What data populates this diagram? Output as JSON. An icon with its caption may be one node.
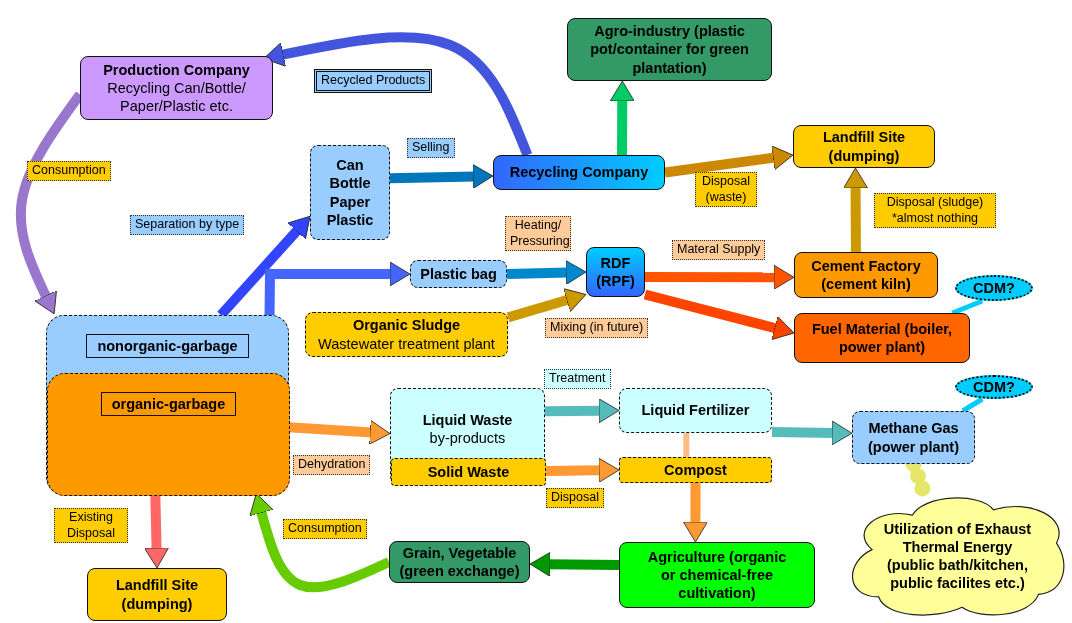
{
  "diagram": {
    "nodes": [
      {
        "text": [
          "Production Company",
          "Recycling Can/Bottle/ Paper/Plastic etc."
        ]
      },
      {
        "text": [
          "Agro-industry (plastic pot/container for green plantation)"
        ]
      },
      {
        "text": [
          "Can Bottle Paper Plastic"
        ]
      },
      {
        "text": [
          "Recycling Company"
        ]
      },
      {
        "text": [
          "Landfill Site (dumping)"
        ]
      },
      {
        "text": [
          "Plastic bag"
        ]
      },
      {
        "text": [
          "RDF (RPF)"
        ]
      },
      {
        "text": [
          "Cement Factory (cement kiln)"
        ]
      },
      {
        "text": [
          "CDM?"
        ]
      },
      {
        "text": [
          "Organic Sludge",
          "Wastewater treatment plant"
        ]
      },
      {
        "text": [
          "Fuel Material (boiler, power plant)"
        ]
      },
      {
        "text": [
          "nonorganic-garbage"
        ]
      },
      {
        "text": [
          "organic-garbage"
        ],
        "in": 11
      },
      {
        "text": [
          "Liquid Waste",
          "by-products"
        ]
      },
      {
        "text": [
          "Solid Waste"
        ],
        "in": 13
      },
      {
        "text": [
          "Liquid Fertilizer"
        ]
      },
      {
        "text": [
          "Compost"
        ]
      },
      {
        "text": [
          "Methane Gas (power plant)"
        ]
      },
      {
        "text": [
          "CDM?"
        ]
      },
      {
        "text": [
          "Utilization of Exhaust Thermal Energy (public bath/kitchen, public facilites etc.)"
        ]
      },
      {
        "text": [
          "Landfill Site (dumping)"
        ]
      },
      {
        "text": [
          "Grain, Vegetable (green exchange)"
        ]
      },
      {
        "text": [
          "Agriculture (organic or chemical-free cultivation)"
        ]
      }
    ],
    "edges": [
      {
        "from": 3,
        "to": 0,
        "arrow": "to",
        "label": "Recycled Products",
        "color": "#4455dd"
      },
      {
        "from": 0,
        "to": 11,
        "arrow": "to",
        "label": "Consumption",
        "color": "#9977cc"
      },
      {
        "from": 11,
        "to": 2,
        "arrow": "to",
        "label": "Separation by type",
        "color": "#3344ff"
      },
      {
        "from": 2,
        "to": 3,
        "arrow": "to",
        "label": "Selling",
        "color": "#0077bb"
      },
      {
        "from": 3,
        "to": 1,
        "arrow": "to",
        "color": "#00cc66"
      },
      {
        "from": 3,
        "to": 4,
        "arrow": "to",
        "label": "Disposal (waste)",
        "color": "#cc8800"
      },
      {
        "from": 11,
        "to": 5,
        "arrow": "to",
        "color": "#4466ff"
      },
      {
        "from": 5,
        "to": 6,
        "arrow": "to",
        "label": "Heating/ Pressuring",
        "color": "#0088cc"
      },
      {
        "from": 9,
        "to": 6,
        "arrow": "to",
        "label": "Mixing (in future)",
        "color": "#cc9900"
      },
      {
        "from": 6,
        "to": 7,
        "arrow": "to",
        "label": "Materal Supply",
        "color": "#ff5500"
      },
      {
        "from": 6,
        "to": 10,
        "arrow": "to",
        "color": "#ff4400"
      },
      {
        "from": 7,
        "to": 4,
        "arrow": "to",
        "label": "Disposal (sludge) *almost nothing",
        "color": "#cc9900"
      },
      {
        "from": 12,
        "to": 13,
        "arrow": "to",
        "label": "Dehydration",
        "color": "#ff9933"
      },
      {
        "from": 13,
        "to": 15,
        "arrow": "to",
        "label": "Treatment",
        "color": "#55bbbb"
      },
      {
        "from": 14,
        "to": 16,
        "arrow": "to",
        "label": "Disposal",
        "color": "#ff9933"
      },
      {
        "from": 15,
        "to": 17,
        "arrow": "to",
        "color": "#55bbbb"
      },
      {
        "from": 16,
        "to": 22,
        "arrow": "to",
        "color": "#ff9933"
      },
      {
        "from": 22,
        "to": 21,
        "arrow": "to",
        "color": "#009900"
      },
      {
        "from": 21,
        "to": 12,
        "arrow": "to",
        "label": "Consumption",
        "color": "#66cc00"
      },
      {
        "from": 12,
        "to": 20,
        "arrow": "to",
        "label": "Existing Disposal",
        "color": "#ff6666"
      },
      {
        "from": 15,
        "to": 16,
        "arrow": "none",
        "color": "#ffbb88"
      },
      {
        "from": 8,
        "to": 10,
        "arrow": "none",
        "color": "#00ccff"
      },
      {
        "from": 18,
        "to": 17,
        "arrow": "none",
        "color": "#00ccff"
      },
      {
        "from": 17,
        "to": 19,
        "arrow": "none",
        "style": "dashed",
        "color": "#e6e66a"
      }
    ]
  }
}
